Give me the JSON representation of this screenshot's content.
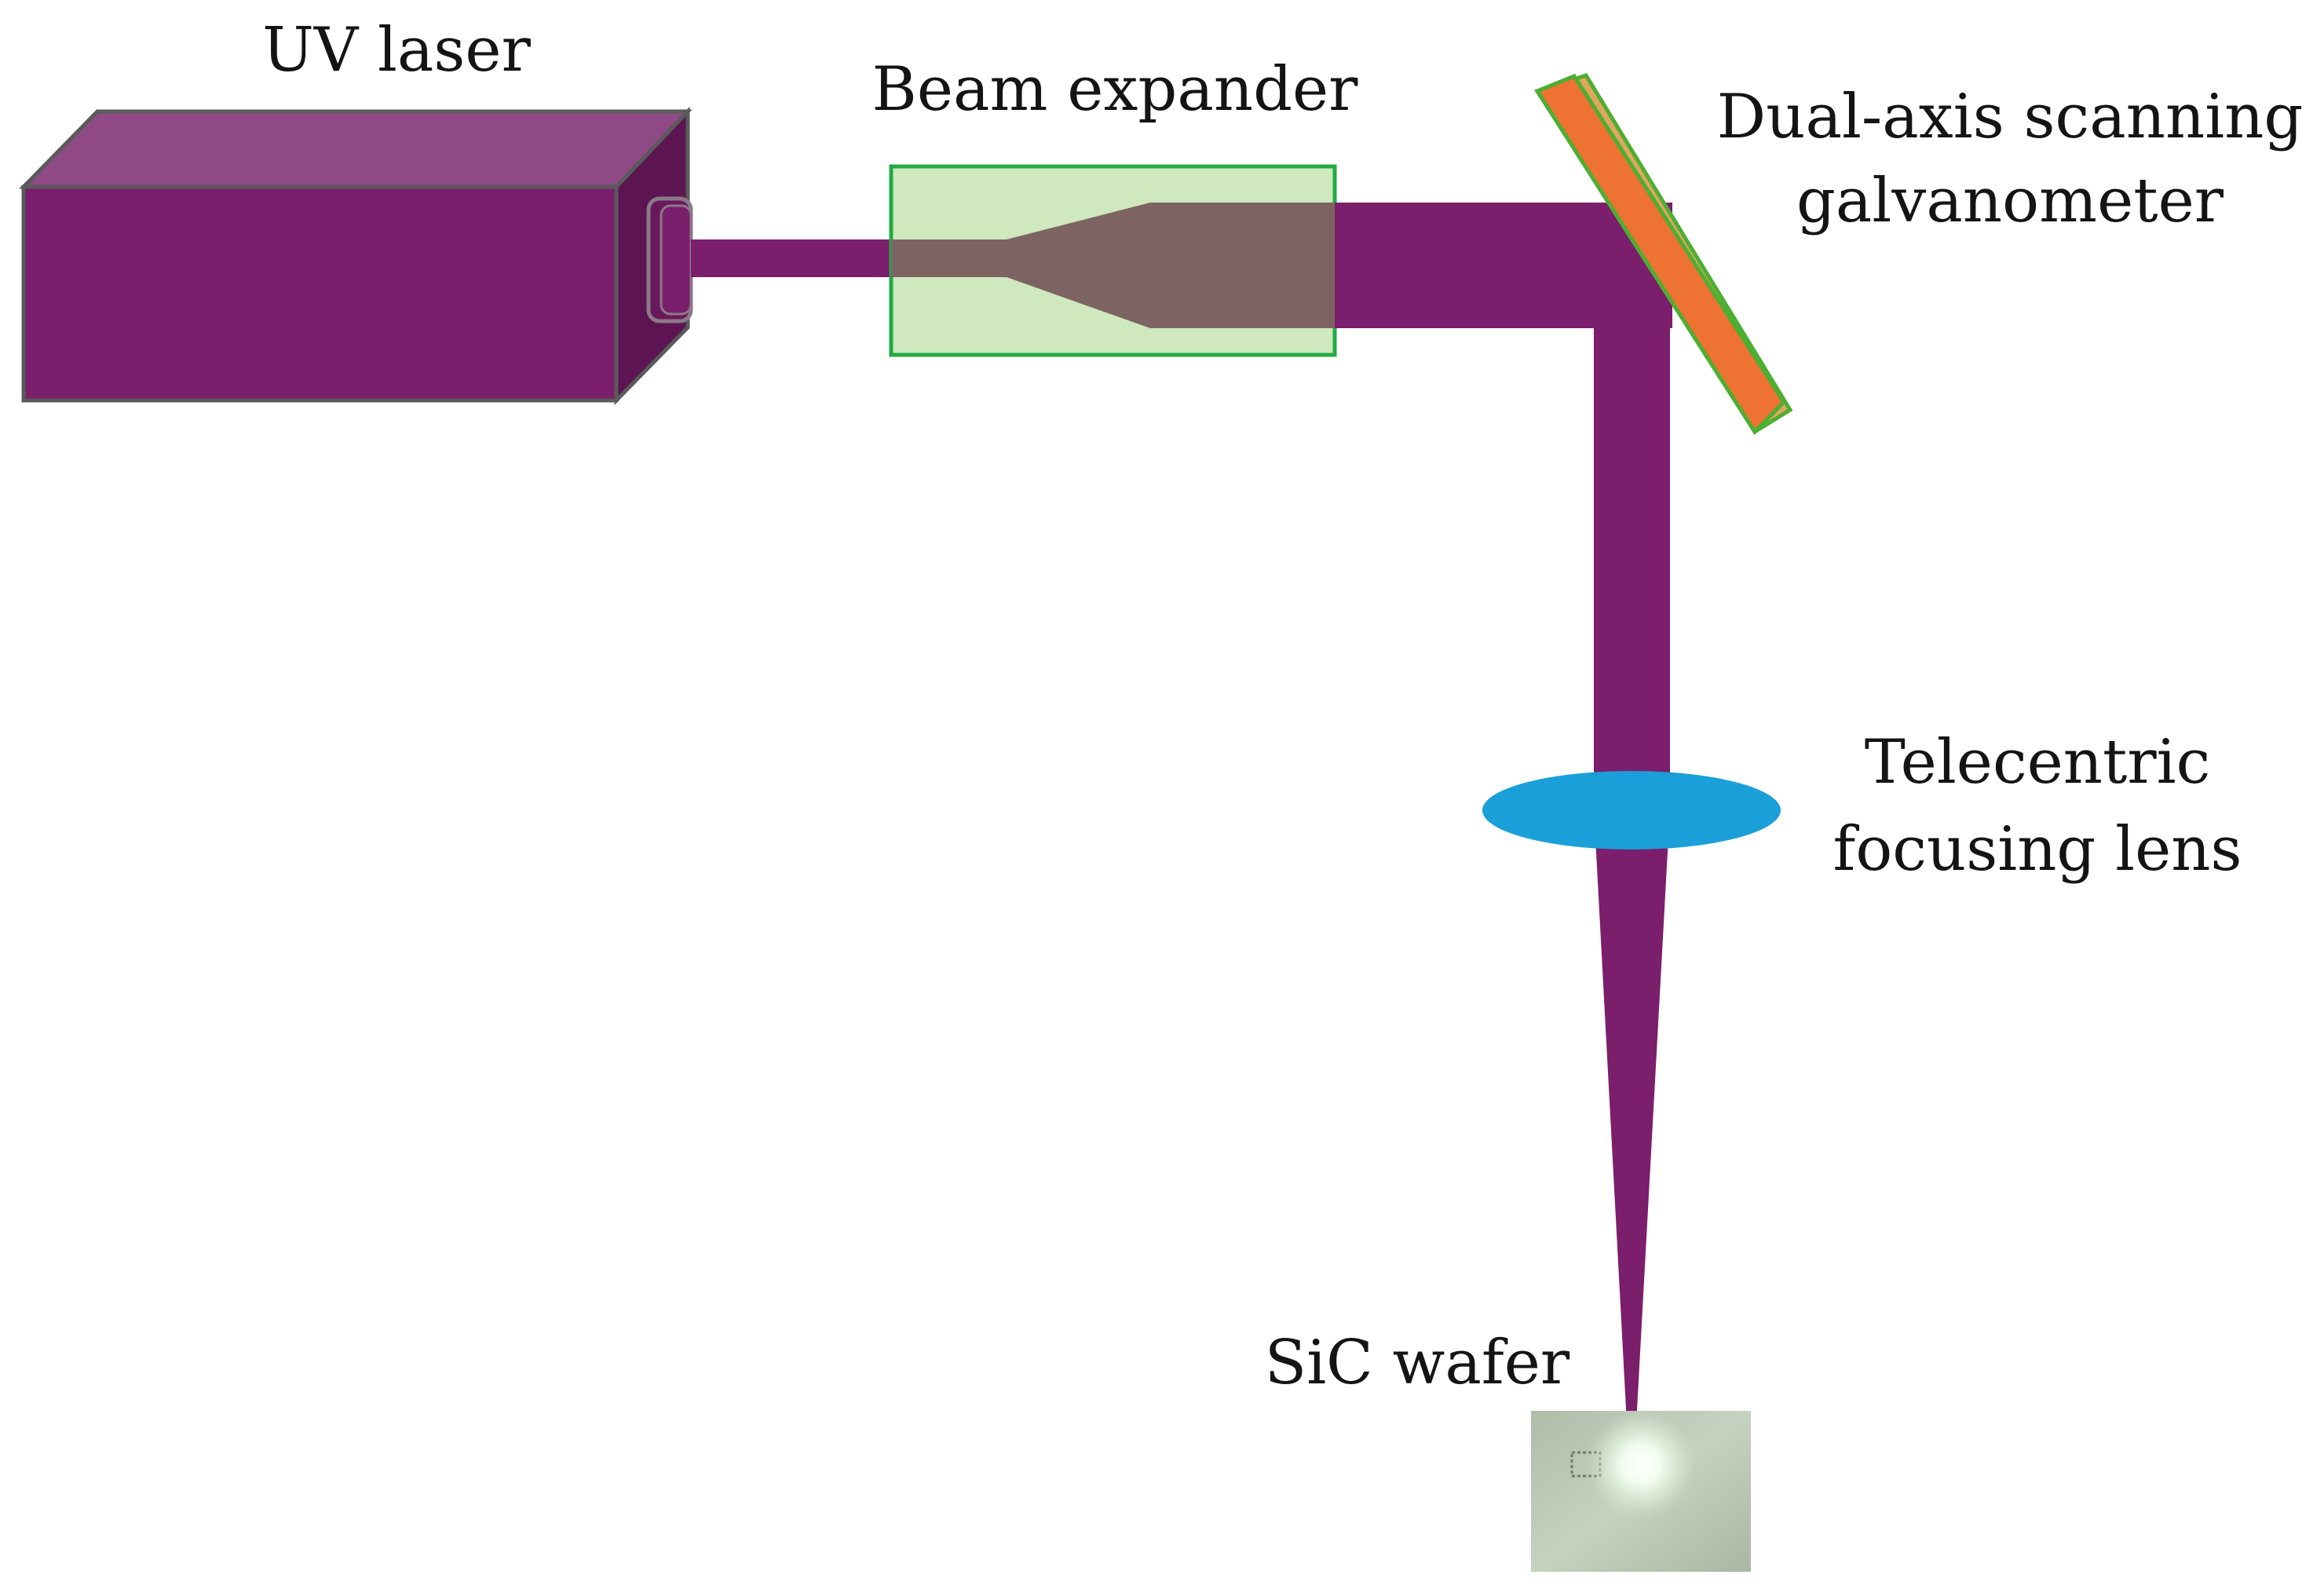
{
  "labels": {
    "uv_laser": "UV laser",
    "beam_expander": "Beam expander",
    "galvanometer_line1": "Dual-axis scanning",
    "galvanometer_line2": "galvanometer",
    "lens_line1": "Telecentric",
    "lens_line2": "focusing lens",
    "wafer": "SiC wafer"
  },
  "colors": {
    "laser_body": "#7b1e6b",
    "laser_top": "#8f4a85",
    "laser_side": "#5c1552",
    "laser_outline": "#5a5a5a",
    "beam": "#7b1e6b",
    "expander_fill": "#cfe8bd",
    "expander_border": "#22aa44",
    "expander_beam": "#7d6462",
    "mirror_face": "#ee7231",
    "mirror_edge": "#e0a65e",
    "mirror_border": "#4caf32",
    "lens": "#1a9fd8",
    "wafer": "#b9c8b4",
    "text": "#141414"
  }
}
